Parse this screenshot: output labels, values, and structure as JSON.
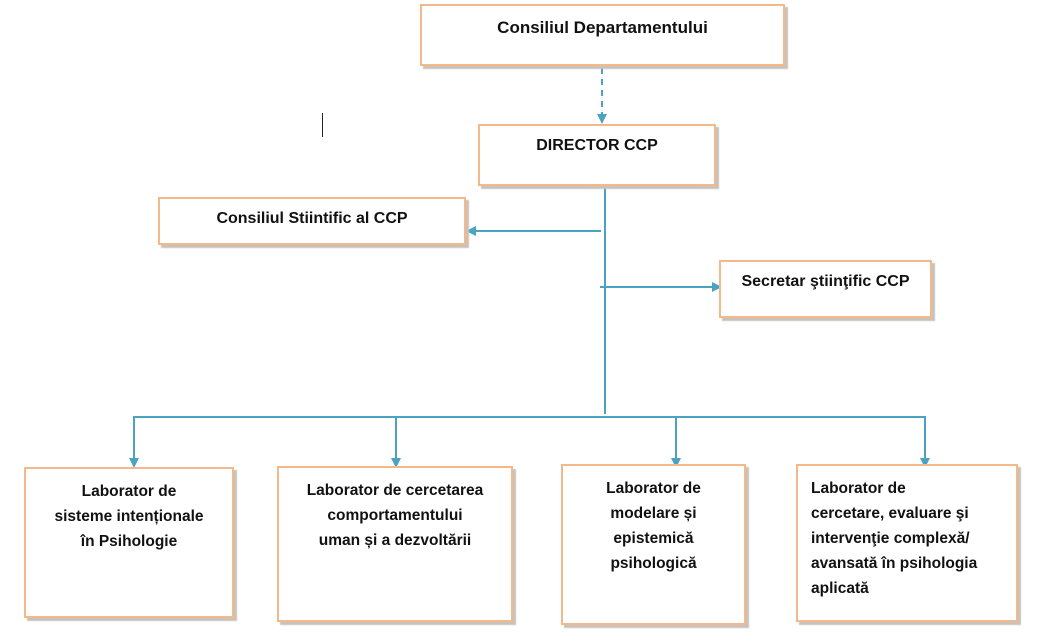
{
  "colors": {
    "box_border": "#f4b98a",
    "connector": "#4aa3c0",
    "text": "#111111"
  },
  "boxes": {
    "council": "Consiliul Departamentului",
    "director": "DIRECTOR CCP",
    "scientific_council": "Consiliul Stiintific al CCP",
    "secretary": "Secretar ştiinţific CCP"
  },
  "labs": [
    {
      "lines": [
        "Laborator de",
        "sisteme intenționale",
        "în Psihologie"
      ]
    },
    {
      "lines": [
        "Laborator de cercetarea",
        "comportamentului",
        "uman și a dezvoltării"
      ]
    },
    {
      "lines": [
        "Laborator de",
        "modelare și",
        "epistemică",
        "psihologică"
      ]
    },
    {
      "lines": [
        "Laborator de",
        "cercetare,  evaluare şi",
        "intervenţie complexă/",
        "avansată în psihologia",
        "aplicată"
      ]
    }
  ]
}
